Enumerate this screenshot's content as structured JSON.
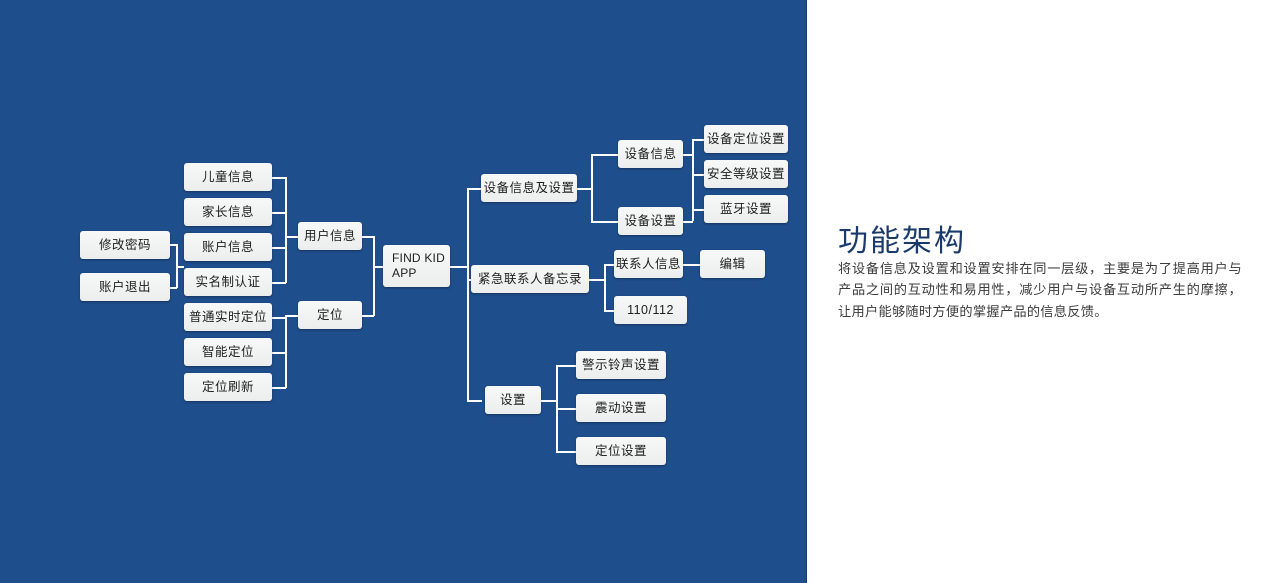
{
  "panel": {
    "background_color": "#1f4e8c",
    "title": "功能架构",
    "title_color": "#1a3a6b",
    "body": "将设备信息及设置和设置安排在同一层级，主要是为了提高用户与产品之间的互动性和易用性，减少用户与设备互动所产生的摩擦，让用户能够随时方便的掌握产品的信息反馈。"
  },
  "diagram": {
    "root": "FIND KID APP",
    "nodes": {
      "change_password": "修改密码",
      "account_logout": "账户退出",
      "child_info": "儿童信息",
      "parent_info": "家长信息",
      "account_info": "账户信息",
      "real_name_auth": "实名制认证",
      "normal_realtime_location": "普通实时定位",
      "smart_location": "智能定位",
      "location_refresh": "定位刷新",
      "user_info": "用户信息",
      "location": "定位",
      "root_app_line1": "FIND KID",
      "root_app_line2": "APP",
      "device_info_and_settings": "设备信息及设置",
      "emergency_contact_memo": "紧急联系人备忘录",
      "settings": "设置",
      "device_info": "设备信息",
      "device_settings": "设备设置",
      "contact_info": "联系人信息",
      "emergency_number": "110/112",
      "alert_ringtone_settings": "警示铃声设置",
      "vibration_settings": "震动设置",
      "location_settings": "定位设置",
      "device_location_settings": "设备定位设置",
      "security_level_settings": "安全等级设置",
      "bluetooth_settings": "蓝牙设置",
      "edit": "编辑"
    }
  }
}
